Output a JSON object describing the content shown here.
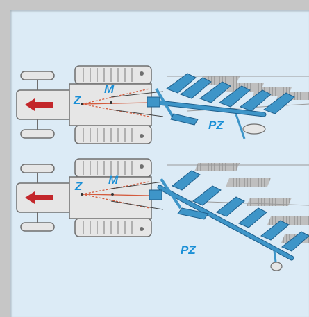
{
  "colors": {
    "background": "#dcebf6",
    "frame": "#c6c6c6",
    "tractor_body": "#e6e6e6",
    "tractor_outline": "#6f6f6f",
    "arrow": "#c3272b",
    "plough_frame": "#3e95c8",
    "plough_dark": "#1f5f8c",
    "hitch_line": "#d45a3c",
    "label": "#1a8fd6"
  },
  "diagrams": [
    {
      "id": "top",
      "labels": {
        "pivot_z": "Z",
        "pivot_m": "M",
        "plough_pz": "PZ"
      },
      "direction_icon": "arrow-left-icon",
      "plough_state": "narrow"
    },
    {
      "id": "bottom",
      "labels": {
        "pivot_z": "Z",
        "pivot_m": "M",
        "plough_pz": "PZ"
      },
      "direction_icon": "arrow-left-icon",
      "plough_state": "wide"
    }
  ]
}
